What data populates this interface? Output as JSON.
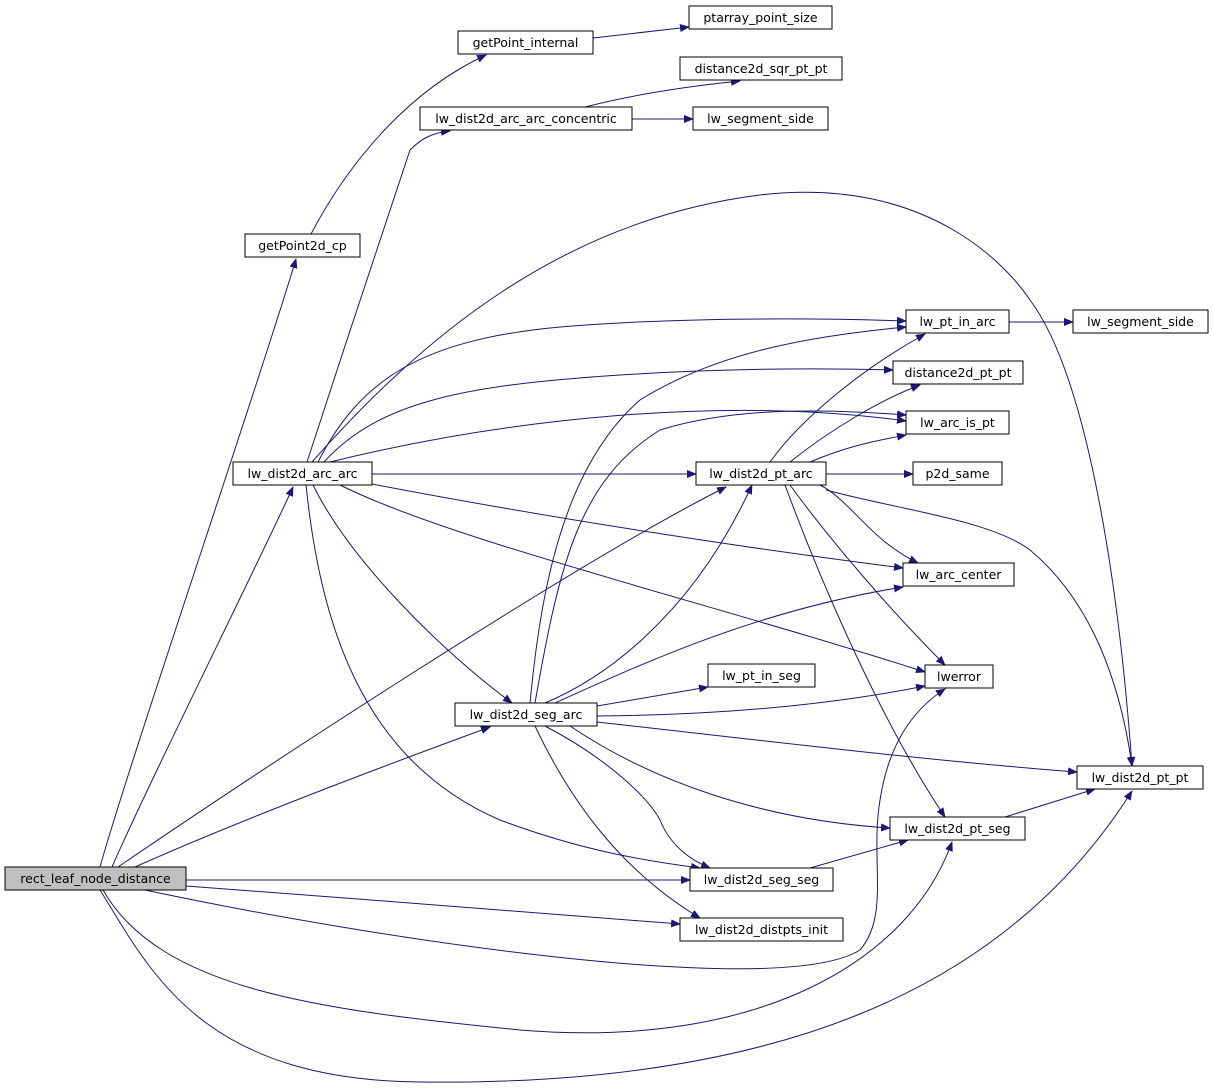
{
  "nodes": [
    {
      "id": "rect_leaf_node_distance",
      "label": "rect_leaf_node_distance",
      "root": true
    },
    {
      "id": "getPoint2d_cp",
      "label": "getPoint2d_cp"
    },
    {
      "id": "getPoint_internal",
      "label": "getPoint_internal"
    },
    {
      "id": "ptarray_point_size",
      "label": "ptarray_point_size"
    },
    {
      "id": "lw_dist2d_arc_arc_concentric",
      "label": "lw_dist2d_arc_arc_concentric"
    },
    {
      "id": "distance2d_sqr_pt_pt",
      "label": "distance2d_sqr_pt_pt"
    },
    {
      "id": "lw_segment_side_a",
      "label": "lw_segment_side"
    },
    {
      "id": "lw_dist2d_arc_arc",
      "label": "lw_dist2d_arc_arc"
    },
    {
      "id": "lw_pt_in_arc",
      "label": "lw_pt_in_arc"
    },
    {
      "id": "lw_segment_side_b",
      "label": "lw_segment_side"
    },
    {
      "id": "distance2d_pt_pt",
      "label": "distance2d_pt_pt"
    },
    {
      "id": "lw_arc_is_pt",
      "label": "lw_arc_is_pt"
    },
    {
      "id": "lw_dist2d_pt_arc",
      "label": "lw_dist2d_pt_arc"
    },
    {
      "id": "p2d_same",
      "label": "p2d_same"
    },
    {
      "id": "lw_arc_center",
      "label": "lw_arc_center"
    },
    {
      "id": "lw_pt_in_seg",
      "label": "lw_pt_in_seg"
    },
    {
      "id": "lwerror",
      "label": "lwerror"
    },
    {
      "id": "lw_dist2d_seg_arc",
      "label": "lw_dist2d_seg_arc"
    },
    {
      "id": "lw_dist2d_pt_pt",
      "label": "lw_dist2d_pt_pt"
    },
    {
      "id": "lw_dist2d_pt_seg",
      "label": "lw_dist2d_pt_seg"
    },
    {
      "id": "lw_dist2d_seg_seg",
      "label": "lw_dist2d_seg_seg"
    },
    {
      "id": "lw_dist2d_distpts_init",
      "label": "lw_dist2d_distpts_init"
    }
  ],
  "edges": [
    [
      "rect_leaf_node_distance",
      "getPoint2d_cp"
    ],
    [
      "rect_leaf_node_distance",
      "lw_dist2d_arc_arc"
    ],
    [
      "rect_leaf_node_distance",
      "lw_dist2d_pt_arc"
    ],
    [
      "rect_leaf_node_distance",
      "lw_dist2d_seg_arc"
    ],
    [
      "rect_leaf_node_distance",
      "lw_dist2d_seg_seg"
    ],
    [
      "rect_leaf_node_distance",
      "lw_dist2d_distpts_init"
    ],
    [
      "rect_leaf_node_distance",
      "lwerror"
    ],
    [
      "rect_leaf_node_distance",
      "lw_dist2d_pt_seg"
    ],
    [
      "rect_leaf_node_distance",
      "lw_dist2d_pt_pt"
    ],
    [
      "getPoint2d_cp",
      "getPoint_internal"
    ],
    [
      "getPoint_internal",
      "ptarray_point_size"
    ],
    [
      "lw_dist2d_arc_arc_concentric",
      "distance2d_sqr_pt_pt"
    ],
    [
      "lw_dist2d_arc_arc_concentric",
      "lw_segment_side_a"
    ],
    [
      "lw_dist2d_arc_arc",
      "lw_dist2d_arc_arc_concentric"
    ],
    [
      "lw_dist2d_arc_arc",
      "lw_dist2d_pt_pt"
    ],
    [
      "lw_dist2d_arc_arc",
      "lw_pt_in_arc"
    ],
    [
      "lw_dist2d_arc_arc",
      "distance2d_pt_pt"
    ],
    [
      "lw_dist2d_arc_arc",
      "lw_arc_is_pt"
    ],
    [
      "lw_dist2d_arc_arc",
      "lw_dist2d_pt_arc"
    ],
    [
      "lw_dist2d_arc_arc",
      "lw_arc_center"
    ],
    [
      "lw_dist2d_arc_arc",
      "lwerror"
    ],
    [
      "lw_dist2d_arc_arc",
      "lw_dist2d_seg_arc"
    ],
    [
      "lw_dist2d_arc_arc",
      "lw_dist2d_seg_seg"
    ],
    [
      "lw_pt_in_arc",
      "lw_segment_side_b"
    ],
    [
      "lw_dist2d_pt_arc",
      "lw_pt_in_arc"
    ],
    [
      "lw_dist2d_pt_arc",
      "distance2d_pt_pt"
    ],
    [
      "lw_dist2d_pt_arc",
      "lw_arc_is_pt"
    ],
    [
      "lw_dist2d_pt_arc",
      "p2d_same"
    ],
    [
      "lw_dist2d_pt_arc",
      "lw_arc_center"
    ],
    [
      "lw_dist2d_pt_arc",
      "lwerror"
    ],
    [
      "lw_dist2d_pt_arc",
      "lw_dist2d_pt_pt"
    ],
    [
      "lw_dist2d_pt_arc",
      "lw_dist2d_pt_seg"
    ],
    [
      "lw_dist2d_seg_arc",
      "lw_pt_in_arc"
    ],
    [
      "lw_dist2d_seg_arc",
      "lw_arc_is_pt"
    ],
    [
      "lw_dist2d_seg_arc",
      "lw_dist2d_pt_arc"
    ],
    [
      "lw_dist2d_seg_arc",
      "lw_arc_center"
    ],
    [
      "lw_dist2d_seg_arc",
      "lw_pt_in_seg"
    ],
    [
      "lw_dist2d_seg_arc",
      "lwerror"
    ],
    [
      "lw_dist2d_seg_arc",
      "lw_dist2d_pt_pt"
    ],
    [
      "lw_dist2d_seg_arc",
      "lw_dist2d_pt_seg"
    ],
    [
      "lw_dist2d_seg_arc",
      "lw_dist2d_seg_seg"
    ],
    [
      "lw_dist2d_seg_arc",
      "lw_dist2d_distpts_init"
    ],
    [
      "lw_dist2d_pt_seg",
      "lw_dist2d_pt_pt"
    ],
    [
      "lw_dist2d_seg_seg",
      "lw_dist2d_pt_seg"
    ]
  ],
  "colors": {
    "edge": "#191970",
    "root_fill": "#bfbfbf",
    "node_fill": "#ffffff",
    "node_stroke": "#000000"
  }
}
